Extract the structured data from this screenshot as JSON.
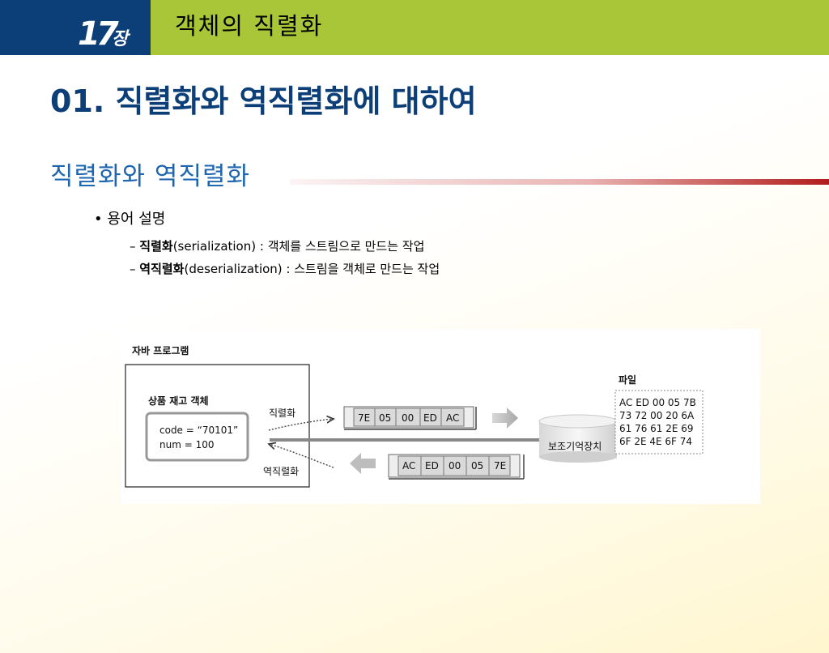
{
  "header": {
    "chapter_number": "17",
    "chapter_suffix": "장",
    "title": "객체의 직렬화"
  },
  "page_title": "01. 직렬화와 역직렬화에 대하여",
  "section": {
    "title": "직렬화와 역직렬화"
  },
  "bullet": {
    "marker": "•",
    "text": "용어 설명"
  },
  "definitions": [
    {
      "dash": "–",
      "term": "직렬화",
      "english": "(serialization)",
      "desc": " : 객체를 스트림으로 만드는 작업"
    },
    {
      "dash": "–",
      "term": "역직렬화",
      "english": "(deserialization)",
      "desc": " : 스트림을 객체로 만드는 작업"
    }
  ],
  "diagram": {
    "program_label": "자바 프로그램",
    "object_label": "상품 재고 객체",
    "code_line": "code =  “70101”",
    "num_line": "num = 100",
    "serialize_label": "직렬화",
    "deserialize_label": "역직렬화",
    "stream_top": [
      "7E",
      "05",
      "00",
      "ED",
      "AC"
    ],
    "stream_bottom": [
      "AC",
      "ED",
      "00",
      "05",
      "7E"
    ],
    "storage_label": "보조기억장치",
    "file_label": "파일",
    "file_lines": [
      "AC ED 00 05 7B",
      "73  72  00 20 6A",
      "61  76  61 2E 69",
      "6F  2E 4E 6F 74"
    ],
    "colors": {
      "header_green": "#a8c637",
      "chapter_blue": "#0c3f78",
      "section_blue": "#1f66b0",
      "accent_red": "#b21c1c"
    }
  }
}
